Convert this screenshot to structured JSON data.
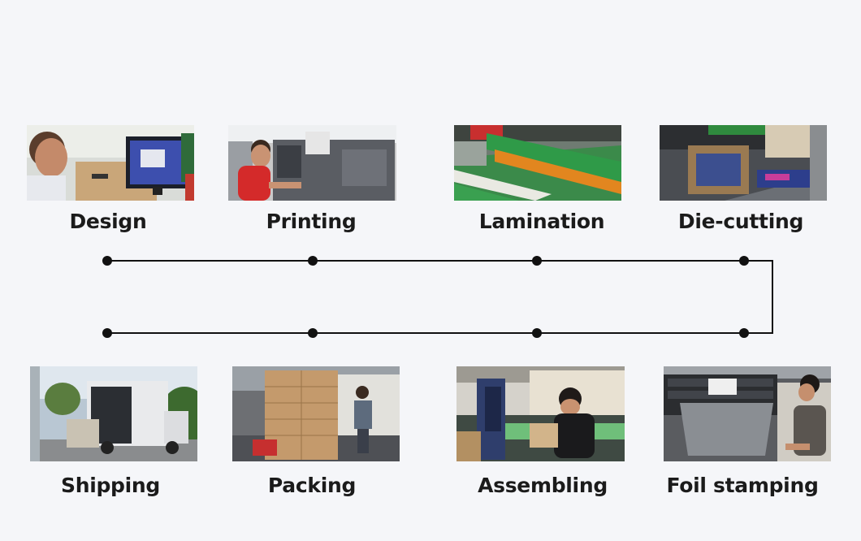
{
  "steps_top": [
    {
      "label": "Design",
      "icon": "design-photo"
    },
    {
      "label": "Printing",
      "icon": "printing-photo"
    },
    {
      "label": "Lamination",
      "icon": "lamination-photo"
    },
    {
      "label": "Die-cutting",
      "icon": "die-cutting-photo"
    }
  ],
  "steps_bottom": [
    {
      "label": "Shipping",
      "icon": "shipping-photo"
    },
    {
      "label": "Packing",
      "icon": "packing-photo"
    },
    {
      "label": "Assembling",
      "icon": "assembling-photo"
    },
    {
      "label": "Foil stamping",
      "icon": "foil-stamping-photo"
    }
  ],
  "colors": {
    "background": "#f5f6f9",
    "line": "#111111",
    "text": "#1b1b1b"
  }
}
